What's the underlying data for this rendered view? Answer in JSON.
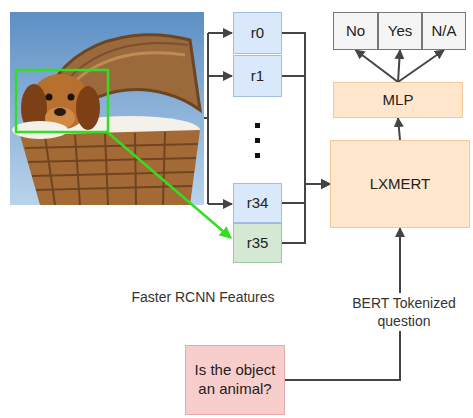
{
  "diagram": {
    "nodes": [
      {
        "text": [
          "r0"
        ]
      },
      {
        "text": [
          "r1"
        ]
      },
      {
        "text": [
          "r34"
        ]
      },
      {
        "text": [
          "r35"
        ]
      },
      {
        "text": [
          "No"
        ]
      },
      {
        "text": [
          "Yes"
        ]
      },
      {
        "text": [
          "N/A"
        ]
      },
      {
        "text": [
          "MLP"
        ]
      },
      {
        "text": [
          "LXMERT"
        ]
      },
      {
        "text": [
          "Is the object an animal?"
        ]
      }
    ],
    "edges": [
      {
        "from": 0,
        "to": 8,
        "arrow": "to"
      },
      {
        "from": 1,
        "to": 8,
        "arrow": "to"
      },
      {
        "from": 2,
        "to": 8,
        "arrow": "to"
      },
      {
        "from": 3,
        "to": 8,
        "arrow": "to"
      },
      {
        "from": 8,
        "to": 7,
        "arrow": "to"
      },
      {
        "from": 7,
        "to": 4,
        "arrow": "to"
      },
      {
        "from": 7,
        "to": 5,
        "arrow": "to"
      },
      {
        "from": 7,
        "to": 6,
        "arrow": "to"
      },
      {
        "from": 9,
        "to": 8,
        "arrow": "to"
      }
    ],
    "labels": [
      "Faster RCNN Features",
      "BERT Tokenized question"
    ]
  }
}
